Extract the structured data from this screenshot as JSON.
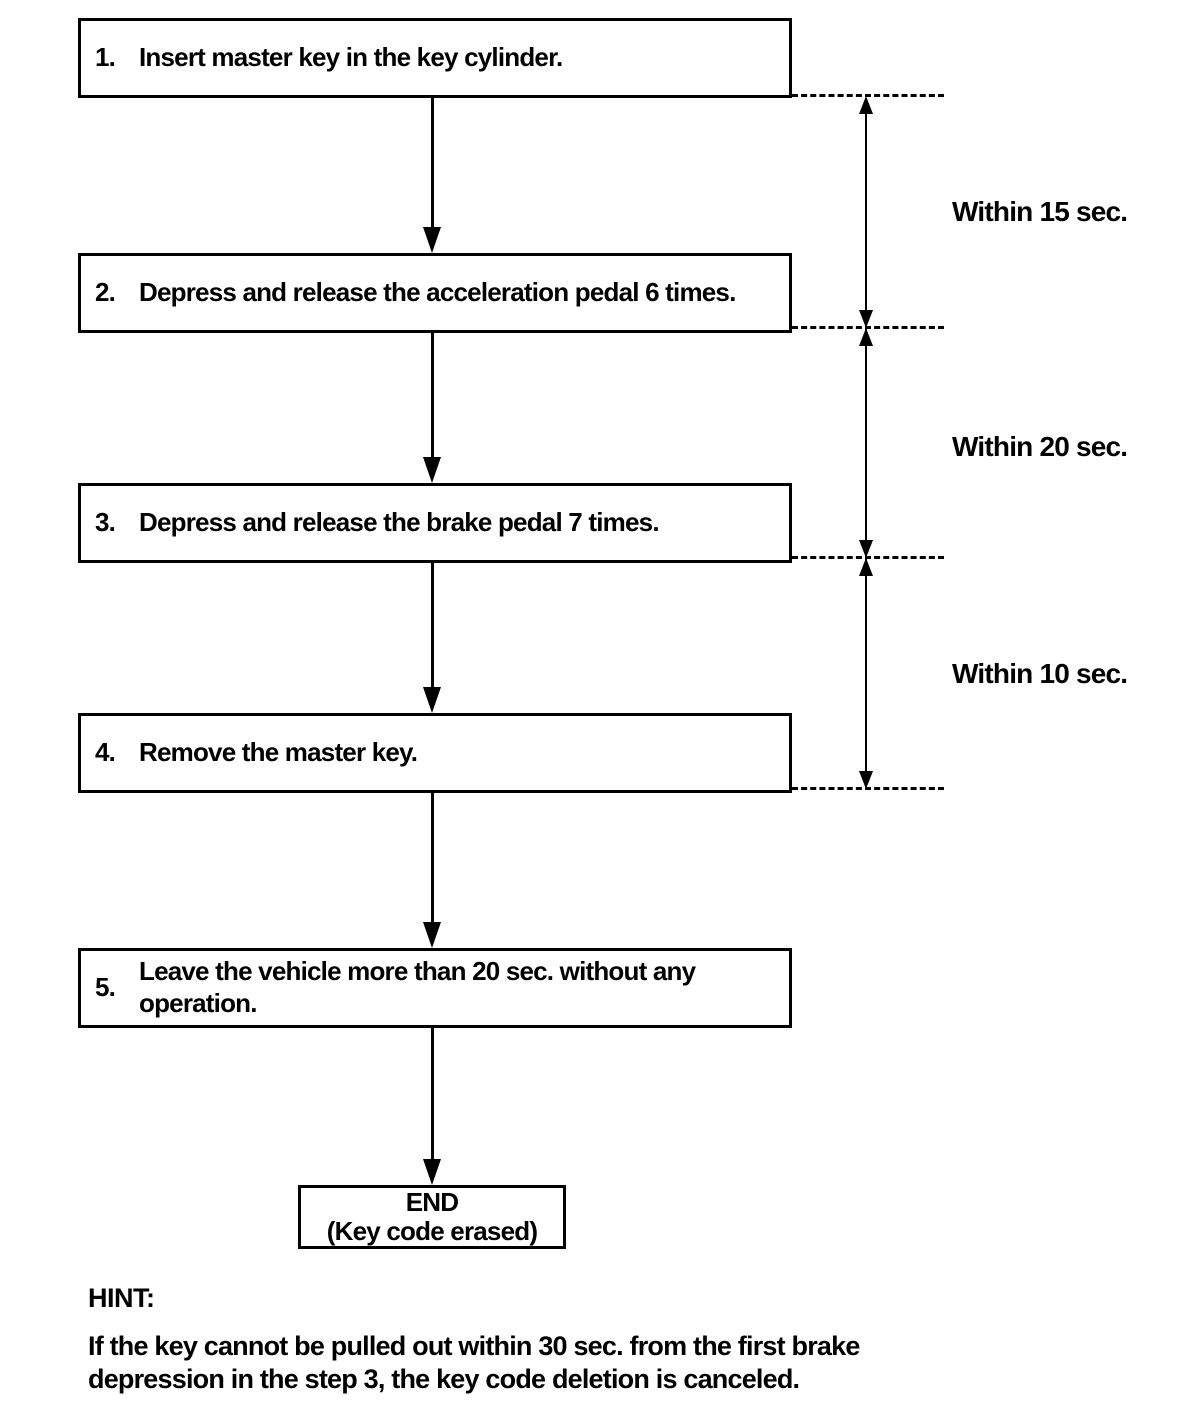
{
  "flow": {
    "steps": [
      {
        "num": "1.",
        "text": "Insert master key in the key cylinder."
      },
      {
        "num": "2.",
        "text": "Depress and release the acceleration pedal 6 times."
      },
      {
        "num": "3.",
        "text": "Depress and release the brake pedal 7 times."
      },
      {
        "num": "4.",
        "text": "Remove the master key."
      },
      {
        "num": "5.",
        "text": "Leave the vehicle more than 20 sec. without any operation."
      }
    ],
    "end": {
      "line1": "END",
      "line2": "(Key code erased)"
    },
    "timings": [
      {
        "label": "Within 15 sec."
      },
      {
        "label": "Within 20 sec."
      },
      {
        "label": "Within 10 sec."
      }
    ],
    "hint": {
      "title": "HINT:",
      "body": "If the key cannot be pulled out within 30 sec. from the first brake\ndepression in the step 3, the key code deletion is canceled."
    },
    "colors": {
      "ink": "#000000",
      "paper": "#ffffff"
    }
  }
}
